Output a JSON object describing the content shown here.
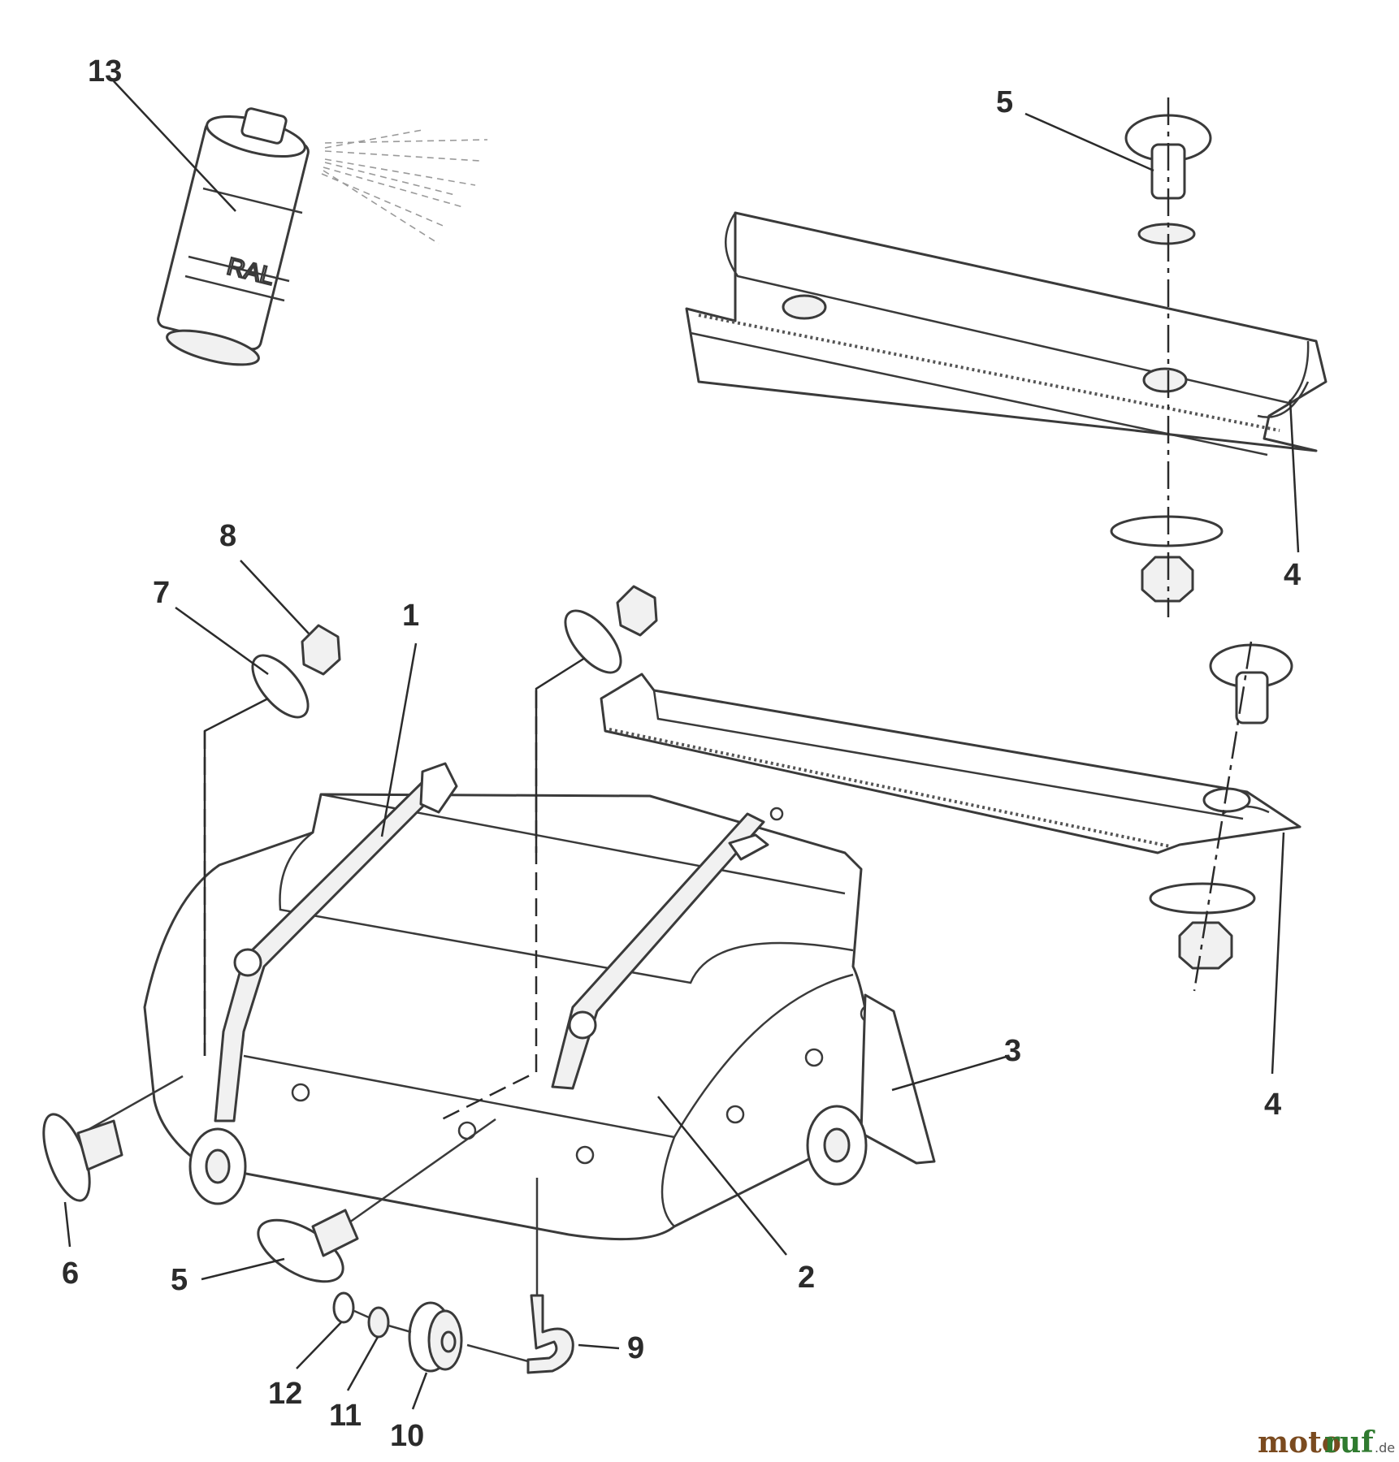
{
  "diagram": {
    "callouts": {
      "p1": "1",
      "p2": "2",
      "p3": "3",
      "p4_upper": "4",
      "p4_lower": "4",
      "p5_upper": "5",
      "p5_lower": "5",
      "p6": "6",
      "p7": "7",
      "p8": "8",
      "p9": "9",
      "p10": "10",
      "p11": "11",
      "p12": "12",
      "p13": "13"
    },
    "can_label": "RAL"
  },
  "watermark": {
    "brand_part1": "moto",
    "brand_part2": "ruf",
    "suffix": ".de"
  }
}
